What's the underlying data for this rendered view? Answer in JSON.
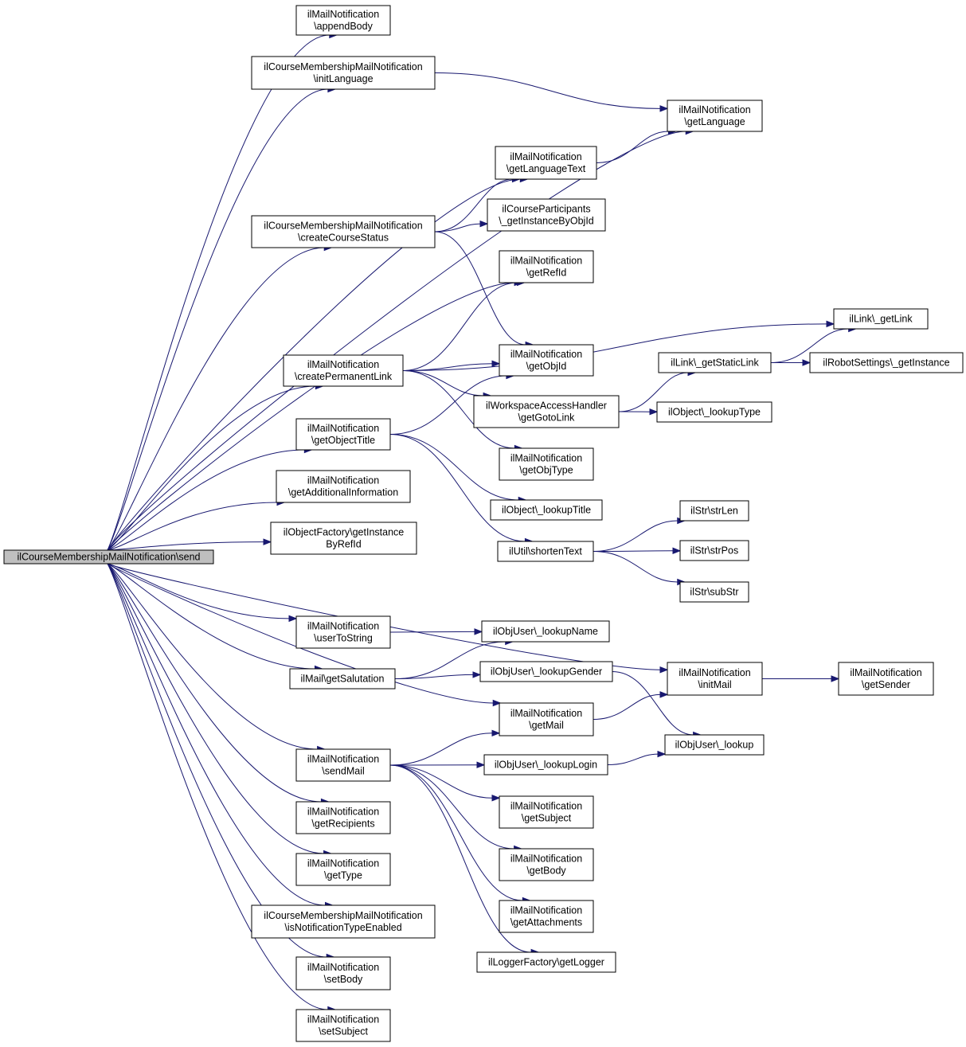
{
  "graph": {
    "root": "send",
    "nodes": {
      "send": [
        "ilCourseMembershipMailNotification\\send"
      ],
      "appendBody": [
        "ilMailNotification",
        "\\appendBody"
      ],
      "initLanguage": [
        "ilCourseMembershipMailNotification",
        "\\initLanguage"
      ],
      "getLanguage": [
        "ilMailNotification",
        "\\getLanguage"
      ],
      "getLanguageText": [
        "ilMailNotification",
        "\\getLanguageText"
      ],
      "createCourseStatus": [
        "ilCourseMembershipMailNotification",
        "\\createCourseStatus"
      ],
      "getInstanceByObjId": [
        "ilCourseParticipants",
        "\\_getInstanceByObjId"
      ],
      "getRefId": [
        "ilMailNotification",
        "\\getRefId"
      ],
      "getLink": [
        "ilLink\\_getLink"
      ],
      "createPermanentLink": [
        "ilMailNotification",
        "\\createPermanentLink"
      ],
      "getObjId": [
        "ilMailNotification",
        "\\getObjId"
      ],
      "getStaticLink": [
        "ilLink\\_getStaticLink"
      ],
      "robotGetInstance": [
        "ilRobotSettings\\_getInstance"
      ],
      "getGotoLink": [
        "ilWorkspaceAccessHandler",
        "\\getGotoLink"
      ],
      "lookupType": [
        "ilObject\\_lookupType"
      ],
      "getObjectTitle": [
        "ilMailNotification",
        "\\getObjectTitle"
      ],
      "getObjType": [
        "ilMailNotification",
        "\\getObjType"
      ],
      "getAdditionalInformation": [
        "ilMailNotification",
        "\\getAdditionalInformation"
      ],
      "lookupTitle": [
        "ilObject\\_lookupTitle"
      ],
      "getInstanceByRefId": [
        "ilObjectFactory\\getInstance",
        "ByRefId"
      ],
      "strLen": [
        "ilStr\\strLen"
      ],
      "shortenText": [
        "ilUtil\\shortenText"
      ],
      "strPos": [
        "ilStr\\strPos"
      ],
      "subStr": [
        "ilStr\\subStr"
      ],
      "userToString": [
        "ilMailNotification",
        "\\userToString"
      ],
      "lookupName": [
        "ilObjUser\\_lookupName"
      ],
      "getSalutation": [
        "ilMail\\getSalutation"
      ],
      "lookupGender": [
        "ilObjUser\\_lookupGender"
      ],
      "initMail": [
        "ilMailNotification",
        "\\initMail"
      ],
      "getSender": [
        "ilMailNotification",
        "\\getSender"
      ],
      "getMail": [
        "ilMailNotification",
        "\\getMail"
      ],
      "lookup": [
        "ilObjUser\\_lookup"
      ],
      "sendMail": [
        "ilMailNotification",
        "\\sendMail"
      ],
      "lookupLogin": [
        "ilObjUser\\_lookupLogin"
      ],
      "getSubject": [
        "ilMailNotification",
        "\\getSubject"
      ],
      "getRecipients": [
        "ilMailNotification",
        "\\getRecipients"
      ],
      "getBody": [
        "ilMailNotification",
        "\\getBody"
      ],
      "getType": [
        "ilMailNotification",
        "\\getType"
      ],
      "isNotificationTypeEnabled": [
        "ilCourseMembershipMailNotification",
        "\\isNotificationTypeEnabled"
      ],
      "getAttachments": [
        "ilMailNotification",
        "\\getAttachments"
      ],
      "getLogger": [
        "ilLoggerFactory\\getLogger"
      ],
      "setBody": [
        "ilMailNotification",
        "\\setBody"
      ],
      "setSubject": [
        "ilMailNotification",
        "\\setSubject"
      ]
    },
    "edges": [
      [
        "send",
        "appendBody"
      ],
      [
        "send",
        "initLanguage"
      ],
      [
        "send",
        "getLanguage"
      ],
      [
        "send",
        "getLanguageText"
      ],
      [
        "send",
        "createCourseStatus"
      ],
      [
        "send",
        "getRefId"
      ],
      [
        "send",
        "createPermanentLink"
      ],
      [
        "send",
        "getObjectTitle"
      ],
      [
        "send",
        "getAdditionalInformation"
      ],
      [
        "send",
        "getInstanceByRefId"
      ],
      [
        "send",
        "initMail"
      ],
      [
        "send",
        "userToString"
      ],
      [
        "send",
        "getSalutation"
      ],
      [
        "send",
        "getMail"
      ],
      [
        "send",
        "sendMail"
      ],
      [
        "send",
        "getRecipients"
      ],
      [
        "send",
        "getType"
      ],
      [
        "send",
        "isNotificationTypeEnabled"
      ],
      [
        "send",
        "setBody"
      ],
      [
        "send",
        "setSubject"
      ],
      [
        "initLanguage",
        "getLanguage"
      ],
      [
        "getLanguageText",
        "getLanguage"
      ],
      [
        "createCourseStatus",
        "getLanguageText"
      ],
      [
        "createCourseStatus",
        "getInstanceByObjId"
      ],
      [
        "createCourseStatus",
        "getObjId"
      ],
      [
        "createPermanentLink",
        "getRefId"
      ],
      [
        "createPermanentLink",
        "getLink"
      ],
      [
        "createPermanentLink",
        "getObjId"
      ],
      [
        "createPermanentLink",
        "getGotoLink"
      ],
      [
        "createPermanentLink",
        "getObjType"
      ],
      [
        "getStaticLink",
        "getLink"
      ],
      [
        "getStaticLink",
        "robotGetInstance"
      ],
      [
        "getGotoLink",
        "getStaticLink"
      ],
      [
        "getGotoLink",
        "lookupType"
      ],
      [
        "getObjectTitle",
        "getObjId"
      ],
      [
        "getObjectTitle",
        "lookupTitle"
      ],
      [
        "getObjectTitle",
        "shortenText"
      ],
      [
        "shortenText",
        "strLen"
      ],
      [
        "shortenText",
        "strPos"
      ],
      [
        "shortenText",
        "subStr"
      ],
      [
        "userToString",
        "lookupName"
      ],
      [
        "getSalutation",
        "lookupName"
      ],
      [
        "getSalutation",
        "lookupGender"
      ],
      [
        "lookupGender",
        "lookup"
      ],
      [
        "initMail",
        "getSender"
      ],
      [
        "getMail",
        "initMail"
      ],
      [
        "sendMail",
        "getMail"
      ],
      [
        "sendMail",
        "lookupLogin"
      ],
      [
        "sendMail",
        "getSubject"
      ],
      [
        "sendMail",
        "getBody"
      ],
      [
        "sendMail",
        "getAttachments"
      ],
      [
        "sendMail",
        "getLogger"
      ],
      [
        "lookupLogin",
        "lookup"
      ]
    ]
  }
}
